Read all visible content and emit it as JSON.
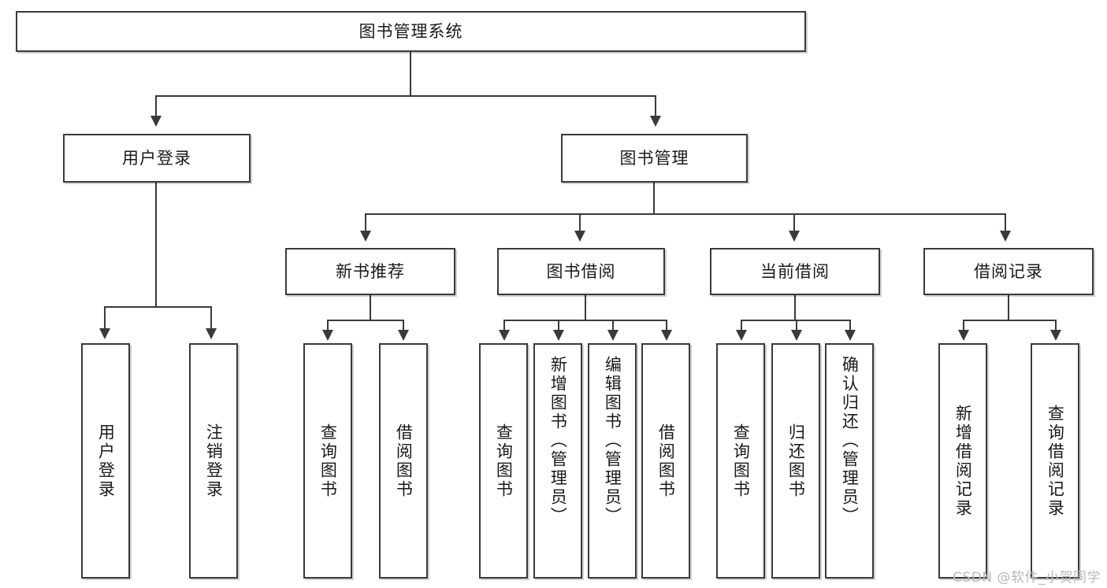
{
  "diagram": {
    "title": "图书管理系统",
    "type": "tree",
    "watermark": "CSDN @软件_小贺同学",
    "colors": {
      "box_border": "#3a3a3a",
      "box_fill": "#ffffff",
      "connector": "#3a3a3a",
      "text": "#1a1a1a",
      "watermark": "#b9b9b9",
      "background": "#ffffff"
    }
  },
  "nodes": {
    "root": {
      "label": "图书管理系统"
    },
    "level2": [
      {
        "label": "用户登录"
      },
      {
        "label": "图书管理"
      }
    ],
    "level3": [
      {
        "label": "新书推荐"
      },
      {
        "label": "图书借阅"
      },
      {
        "label": "当前借阅"
      },
      {
        "label": "借阅记录"
      }
    ],
    "leaves": {
      "user_login": [
        {
          "label": "用户登录"
        },
        {
          "label": "注销登录"
        }
      ],
      "new_book": [
        {
          "label": "查询图书"
        },
        {
          "label": "借阅图书"
        }
      ],
      "book_borrow": [
        {
          "label": "查询图书"
        },
        {
          "label": "新增图书（管理员）"
        },
        {
          "label": "编辑图书（管理员）"
        },
        {
          "label": "借阅图书"
        }
      ],
      "current_borrow": [
        {
          "label": "查询图书"
        },
        {
          "label": "归还图书"
        },
        {
          "label": "确认归还（管理员）"
        }
      ],
      "borrow_record": [
        {
          "label": "新增借阅记录"
        },
        {
          "label": "查询借阅记录"
        }
      ]
    }
  },
  "chart_data": {
    "type": "tree",
    "title": "图书管理系统",
    "root": "图书管理系统",
    "edges": [
      [
        "图书管理系统",
        "用户登录"
      ],
      [
        "图书管理系统",
        "图书管理"
      ],
      [
        "用户登录",
        "用户登录"
      ],
      [
        "用户登录",
        "注销登录"
      ],
      [
        "图书管理",
        "新书推荐"
      ],
      [
        "图书管理",
        "图书借阅"
      ],
      [
        "图书管理",
        "当前借阅"
      ],
      [
        "图书管理",
        "借阅记录"
      ],
      [
        "新书推荐",
        "查询图书"
      ],
      [
        "新书推荐",
        "借阅图书"
      ],
      [
        "图书借阅",
        "查询图书"
      ],
      [
        "图书借阅",
        "新增图书（管理员）"
      ],
      [
        "图书借阅",
        "编辑图书（管理员）"
      ],
      [
        "图书借阅",
        "借阅图书"
      ],
      [
        "当前借阅",
        "查询图书"
      ],
      [
        "当前借阅",
        "归还图书"
      ],
      [
        "当前借阅",
        "确认归还（管理员）"
      ],
      [
        "借阅记录",
        "新增借阅记录"
      ],
      [
        "借阅记录",
        "查询借阅记录"
      ]
    ]
  }
}
